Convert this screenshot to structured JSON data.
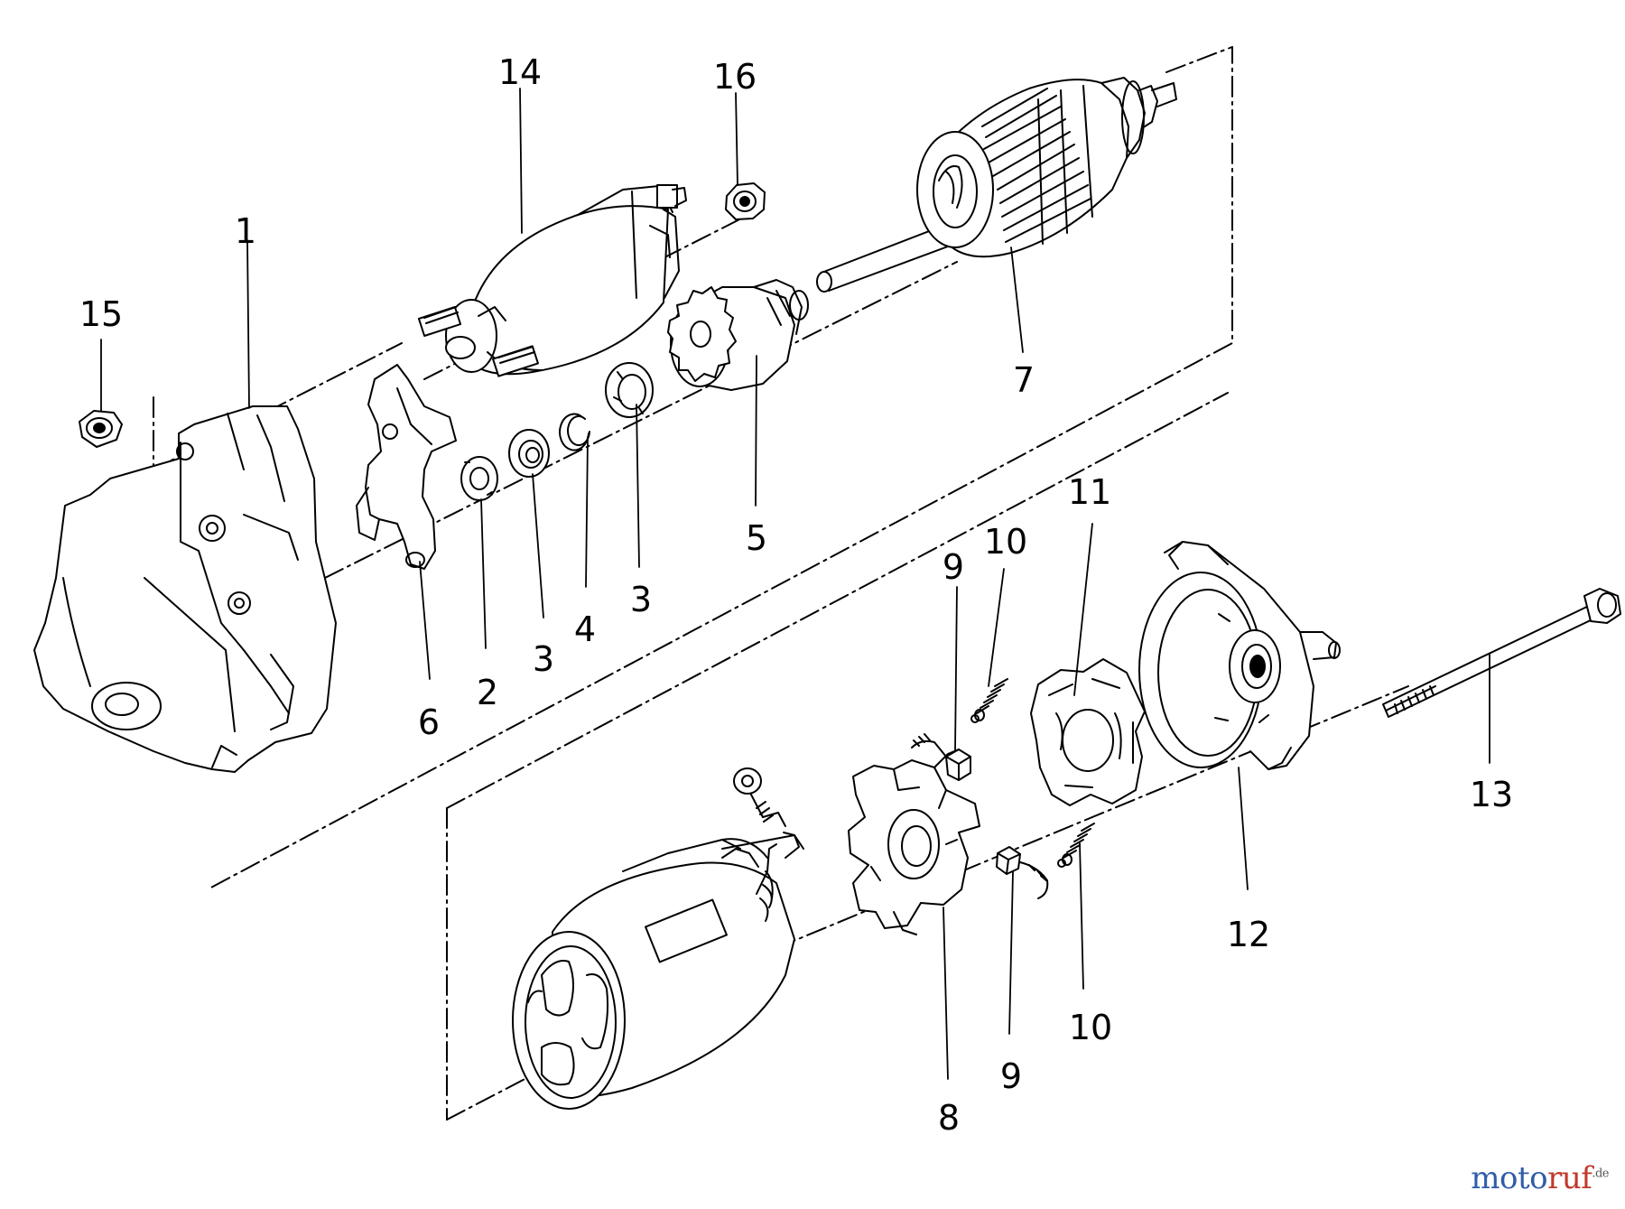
{
  "callouts": [
    {
      "id": "c1",
      "label": "1"
    },
    {
      "id": "c2",
      "label": "2"
    },
    {
      "id": "c3a",
      "label": "3"
    },
    {
      "id": "c3b",
      "label": "3"
    },
    {
      "id": "c4",
      "label": "4"
    },
    {
      "id": "c5",
      "label": "5"
    },
    {
      "id": "c6",
      "label": "6"
    },
    {
      "id": "c7",
      "label": "7"
    },
    {
      "id": "c8",
      "label": "8"
    },
    {
      "id": "c9a",
      "label": "9"
    },
    {
      "id": "c9b",
      "label": "9"
    },
    {
      "id": "c10a",
      "label": "10"
    },
    {
      "id": "c10b",
      "label": "10"
    },
    {
      "id": "c11",
      "label": "11"
    },
    {
      "id": "c12",
      "label": "12"
    },
    {
      "id": "c13",
      "label": "13"
    },
    {
      "id": "c14",
      "label": "14"
    },
    {
      "id": "c15",
      "label": "15"
    },
    {
      "id": "c16",
      "label": "16"
    }
  ],
  "watermark": {
    "part1": "moto",
    "part2": "ruf",
    "suffix": ".de"
  }
}
